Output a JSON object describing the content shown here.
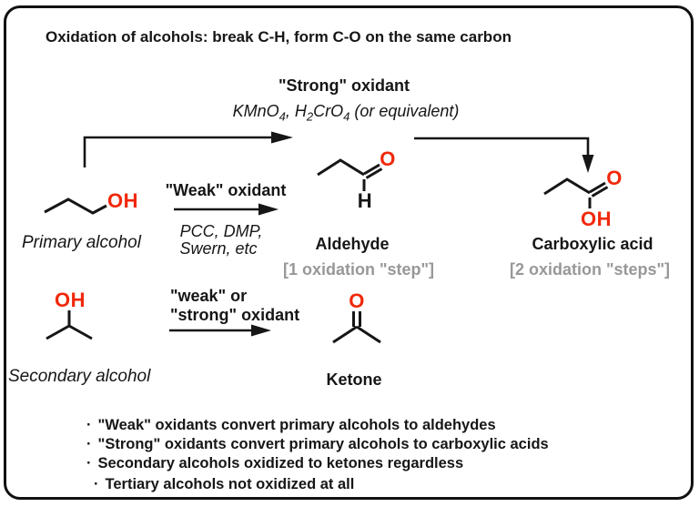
{
  "title": "Oxidation of alcohols: break C-H, form C-O on the same carbon",
  "strong_route": {
    "label": "\"Strong\" oxidant",
    "reagents": {
      "f1": "KMnO",
      "sub1": "4",
      "f2": ", H",
      "sub2": "2",
      "f3": "CrO",
      "sub3": "4",
      "f4": " (or equivalent)"
    }
  },
  "weak_route": {
    "label": "\"Weak\" oxidant",
    "reagents_line1": "PCC, DMP,",
    "reagents_line2": "Swern, etc"
  },
  "secondary_route": {
    "label_line1": "\"weak\" or",
    "label_line2": "\"strong\" oxidant"
  },
  "molecules": {
    "primary_alcohol": {
      "name": "Primary alcohol",
      "oh": "OH"
    },
    "aldehyde": {
      "name": "Aldehyde",
      "o": "O",
      "h": "H",
      "note": "[1 oxidation \"step\"]"
    },
    "carboxylic_acid": {
      "name": "Carboxylic acid",
      "o": "O",
      "oh": "OH",
      "note": "[2 oxidation \"steps\"]"
    },
    "secondary_alcohol": {
      "name": "Secondary alcohol",
      "oh": "OH"
    },
    "ketone": {
      "name": "Ketone",
      "o": "O"
    }
  },
  "bullets": {
    "marker": "·",
    "items": [
      "\"Weak\" oxidants convert primary alcohols to aldehydes",
      "\"Strong\" oxidants convert primary alcohols to carboxylic acids",
      "Secondary alcohols oxidized to ketones regardless",
      "Tertiary alcohols not oxidized at all"
    ]
  },
  "colors": {
    "ink": "#161616",
    "heteroatom_red": "#f0280a",
    "note_gray": "#989898"
  }
}
